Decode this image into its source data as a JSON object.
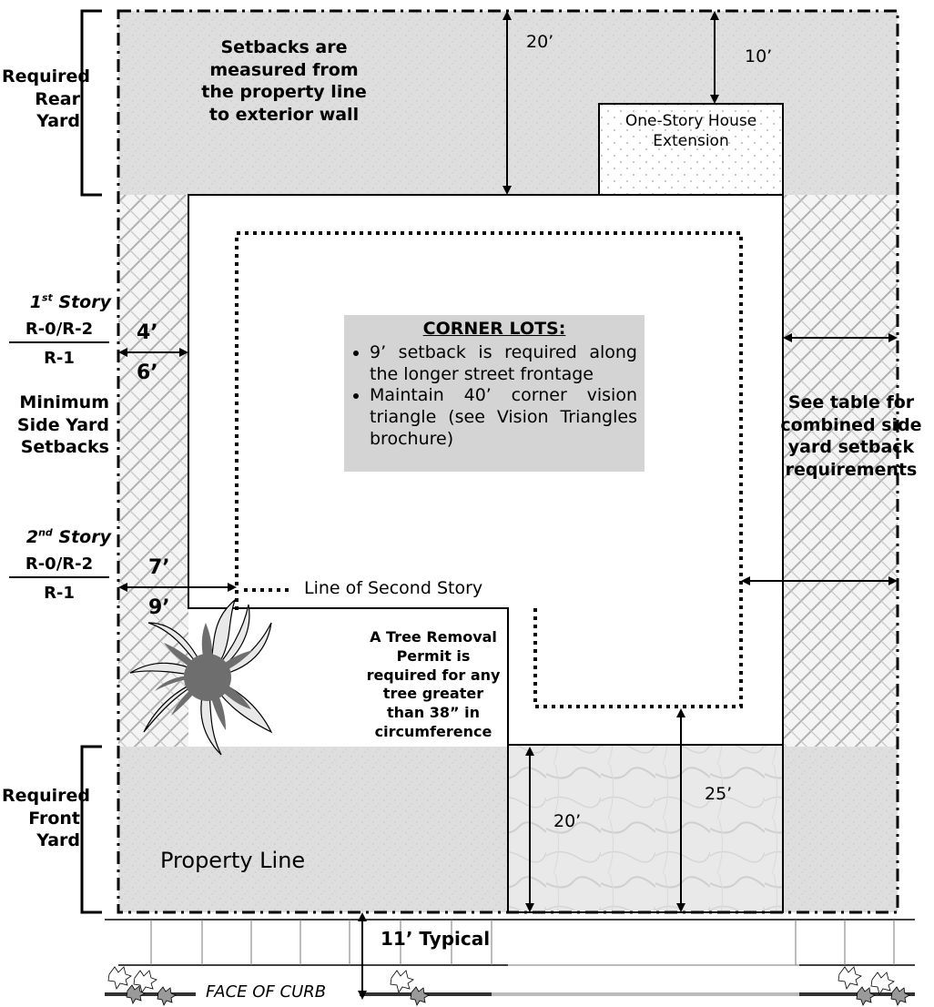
{
  "rear_yard": {
    "label": "Required Rear Yard",
    "note": "Setbacks are measured from the property line to exterior wall",
    "dim_rear": "20’",
    "dim_extension": "10’"
  },
  "extension": {
    "label": "One-Story House Extension"
  },
  "side_yard": {
    "first_story": "1st Story",
    "first_story_base": "1",
    "first_story_sup": "st",
    "first_story_word": " Story",
    "zone_a": "R-0/R-2",
    "zone_b": "R-1",
    "first_a": "4’",
    "first_b": "6’",
    "minimum_label": "Minimum Side Yard Setbacks",
    "second_story_base": "2",
    "second_story_sup": "nd",
    "second_story_word": " Story",
    "zone2_a": "R-0/R-2",
    "zone2_b": "R-1",
    "second_a": "7’",
    "second_b": "9’"
  },
  "corner_lots": {
    "title": "CORNER LOTS:",
    "items": [
      "9’ setback is required along the longer street frontage",
      "Maintain 40’ corner vision triangle (see Vision Triangles brochure)"
    ]
  },
  "combined": {
    "note": "See table for combined side yard setback requirements"
  },
  "second_story_legend": "Line of Second Story",
  "tree": {
    "note": "A Tree Removal Permit is required for any tree greater than 38” in circumference"
  },
  "front_yard": {
    "label": "Required Front Yard",
    "property_line": "Property Line",
    "dim_garage": "20’",
    "dim_front": "25’"
  },
  "street": {
    "typical": "11’ Typical",
    "curb": "FACE OF CURB"
  },
  "colors": {
    "yard_gray": "#dcdcdc",
    "hatch": "#bdbdbd",
    "callout": "#d4d4d4",
    "tree_dark": "#6e6e6e",
    "tree_light": "#e8e8e8"
  }
}
